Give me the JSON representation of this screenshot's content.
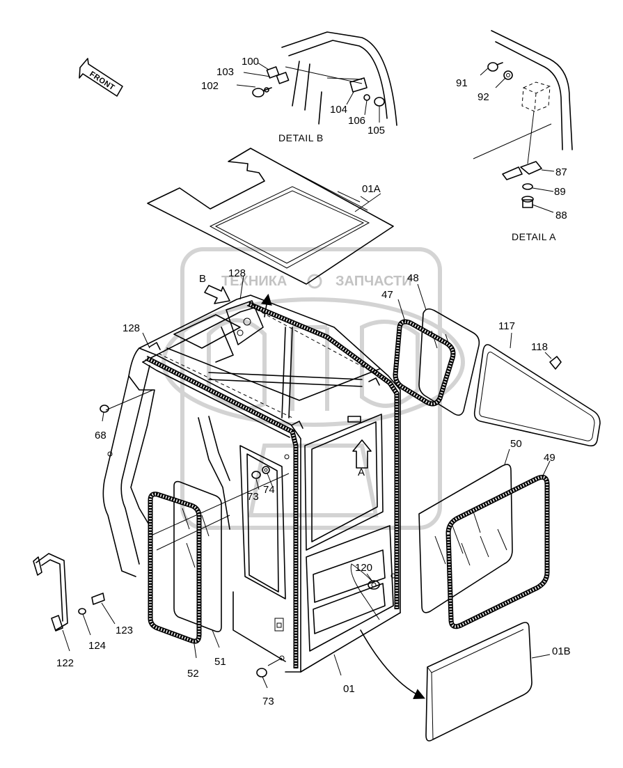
{
  "watermark": {
    "text_left": "ТЕХНИКА",
    "text_right": "ЗАПЧАСТИ"
  },
  "front_label": "FRONT",
  "details": {
    "a": "DETAIL A",
    "b": "DETAIL B"
  },
  "view_arrows": {
    "a": "A",
    "b": "B"
  },
  "parts": {
    "p01": "01",
    "p01a": "01A",
    "p01b": "01B",
    "p47": "47",
    "p48": "48",
    "p49": "49",
    "p50": "50",
    "p51": "51",
    "p52": "52",
    "p68": "68",
    "p73a": "73",
    "p73b": "73",
    "p74": "74",
    "p87": "87",
    "p88": "88",
    "p89": "89",
    "p91": "91",
    "p92": "92",
    "p100": "100",
    "p102": "102",
    "p103": "103",
    "p104": "104",
    "p105": "105",
    "p106": "106",
    "p117": "117",
    "p118": "118",
    "p120": "120",
    "p122": "122",
    "p123": "123",
    "p124": "124",
    "p128a": "128",
    "p128b": "128"
  }
}
